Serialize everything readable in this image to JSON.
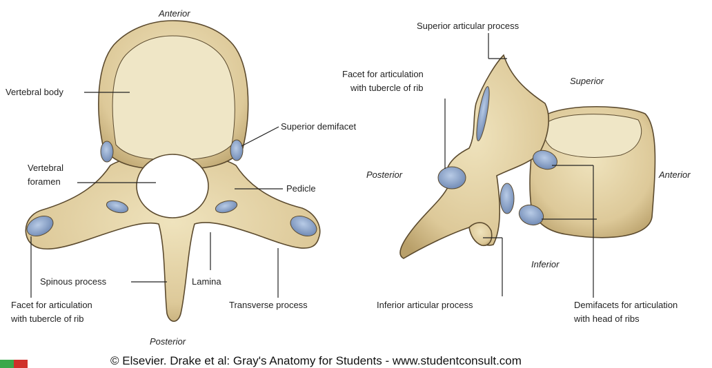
{
  "top_view": {
    "orientation": {
      "anterior": "Anterior",
      "posterior": "Posterior"
    },
    "labels": {
      "vertebral_body": "Vertebral body",
      "superior_demifacet": "Superior demifacet",
      "vertebral_foramen_line1": "Vertebral",
      "vertebral_foramen_line2": "foramen",
      "pedicle": "Pedicle",
      "spinous_process": "Spinous process",
      "lamina": "Lamina",
      "facet_line1": "Facet for articulation",
      "facet_line2": "with tubercle of rib",
      "transverse_process": "Transverse process"
    }
  },
  "side_view": {
    "orientation": {
      "superior": "Superior",
      "posterior": "Posterior",
      "anterior": "Anterior",
      "inferior": "Inferior"
    },
    "labels": {
      "superior_articular_process": "Superior articular process",
      "facet_line1": "Facet for articulation",
      "facet_line2": "with tubercle of rib",
      "inferior_articular_process": "Inferior articular process",
      "demifacets_line1": "Demifacets for articulation",
      "demifacets_line2": "with head of ribs"
    }
  },
  "copyright": "© Elsevier. Drake et al: Gray's Anatomy for Students - www.studentconsult.com",
  "colors": {
    "bone": "#e3d3a6",
    "bone_shade": "#b9a06a",
    "outline": "#5b4a2e",
    "facet": "#8fa8cc",
    "cancellous": "#efe6c6"
  }
}
